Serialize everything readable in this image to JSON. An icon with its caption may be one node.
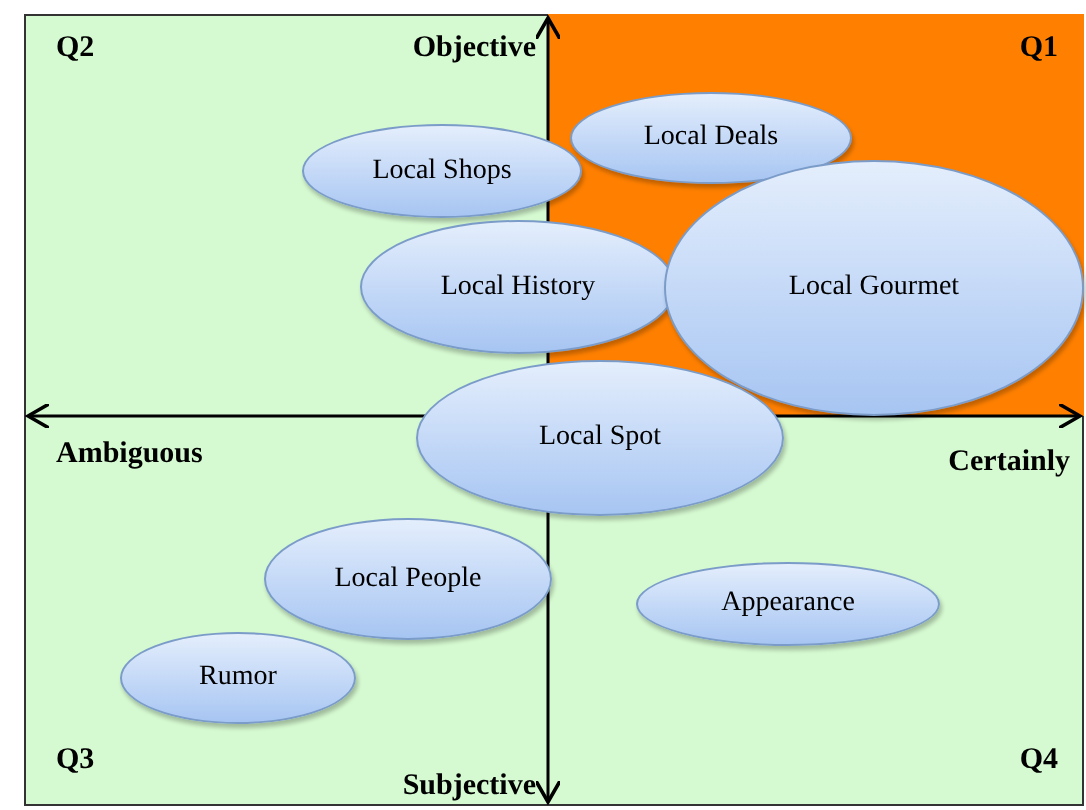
{
  "diagram": {
    "nodes": [
      {
        "text": [
          "Local Deals"
        ]
      },
      {
        "text": [
          "Local Shops"
        ]
      },
      {
        "text": [
          "Local History"
        ]
      },
      {
        "text": [
          "Local Gourmet"
        ]
      },
      {
        "text": [
          "Local Spot"
        ]
      },
      {
        "text": [
          "Local People"
        ]
      },
      {
        "text": [
          "Appearance"
        ]
      },
      {
        "text": [
          "Rumor"
        ]
      }
    ],
    "labels": [
      "Q2",
      "Objective",
      "Q1",
      "Ambiguous",
      "Certainly",
      "Q3",
      "Subjective",
      "Q4"
    ]
  }
}
